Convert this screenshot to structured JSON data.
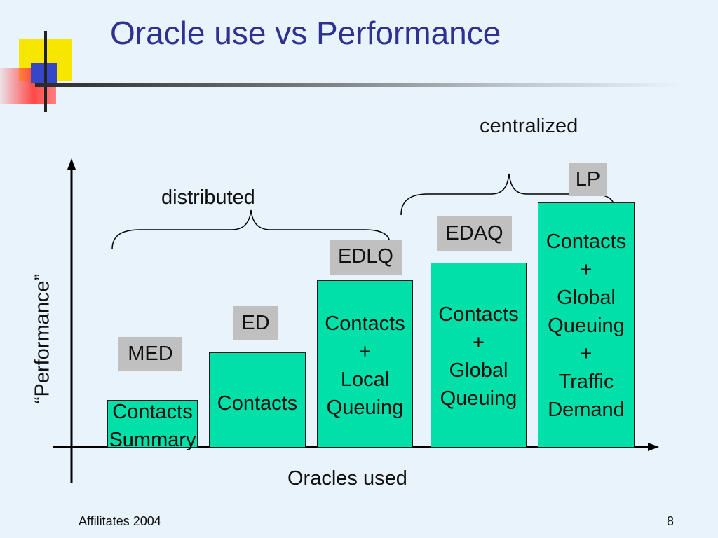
{
  "slide": {
    "title": "Oracle use vs Performance",
    "footer_left": "Affilitates 2004",
    "page_number": "8"
  },
  "diagram": {
    "y_label": "“Performance”",
    "x_label": "Oracles used",
    "group_distributed": "distributed",
    "group_centralized": "centralized",
    "bars": [
      {
        "tag": "MED",
        "label": "Contacts\nSummary"
      },
      {
        "tag": "ED",
        "label": "Contacts"
      },
      {
        "tag": "EDLQ",
        "label": "Contacts\n+\nLocal\nQueuing"
      },
      {
        "tag": "EDAQ",
        "label": "Contacts\n+\nGlobal\nQueuing"
      },
      {
        "tag": "LP",
        "label": "Contacts\n+\nGlobal\nQueuing\n+\nTraffic\nDemand"
      }
    ]
  },
  "colors": {
    "background": "#e8f3fb",
    "title": "#2e3192",
    "bar_fill": "#00e0a8",
    "tag_fill": "#c0c0c0"
  }
}
